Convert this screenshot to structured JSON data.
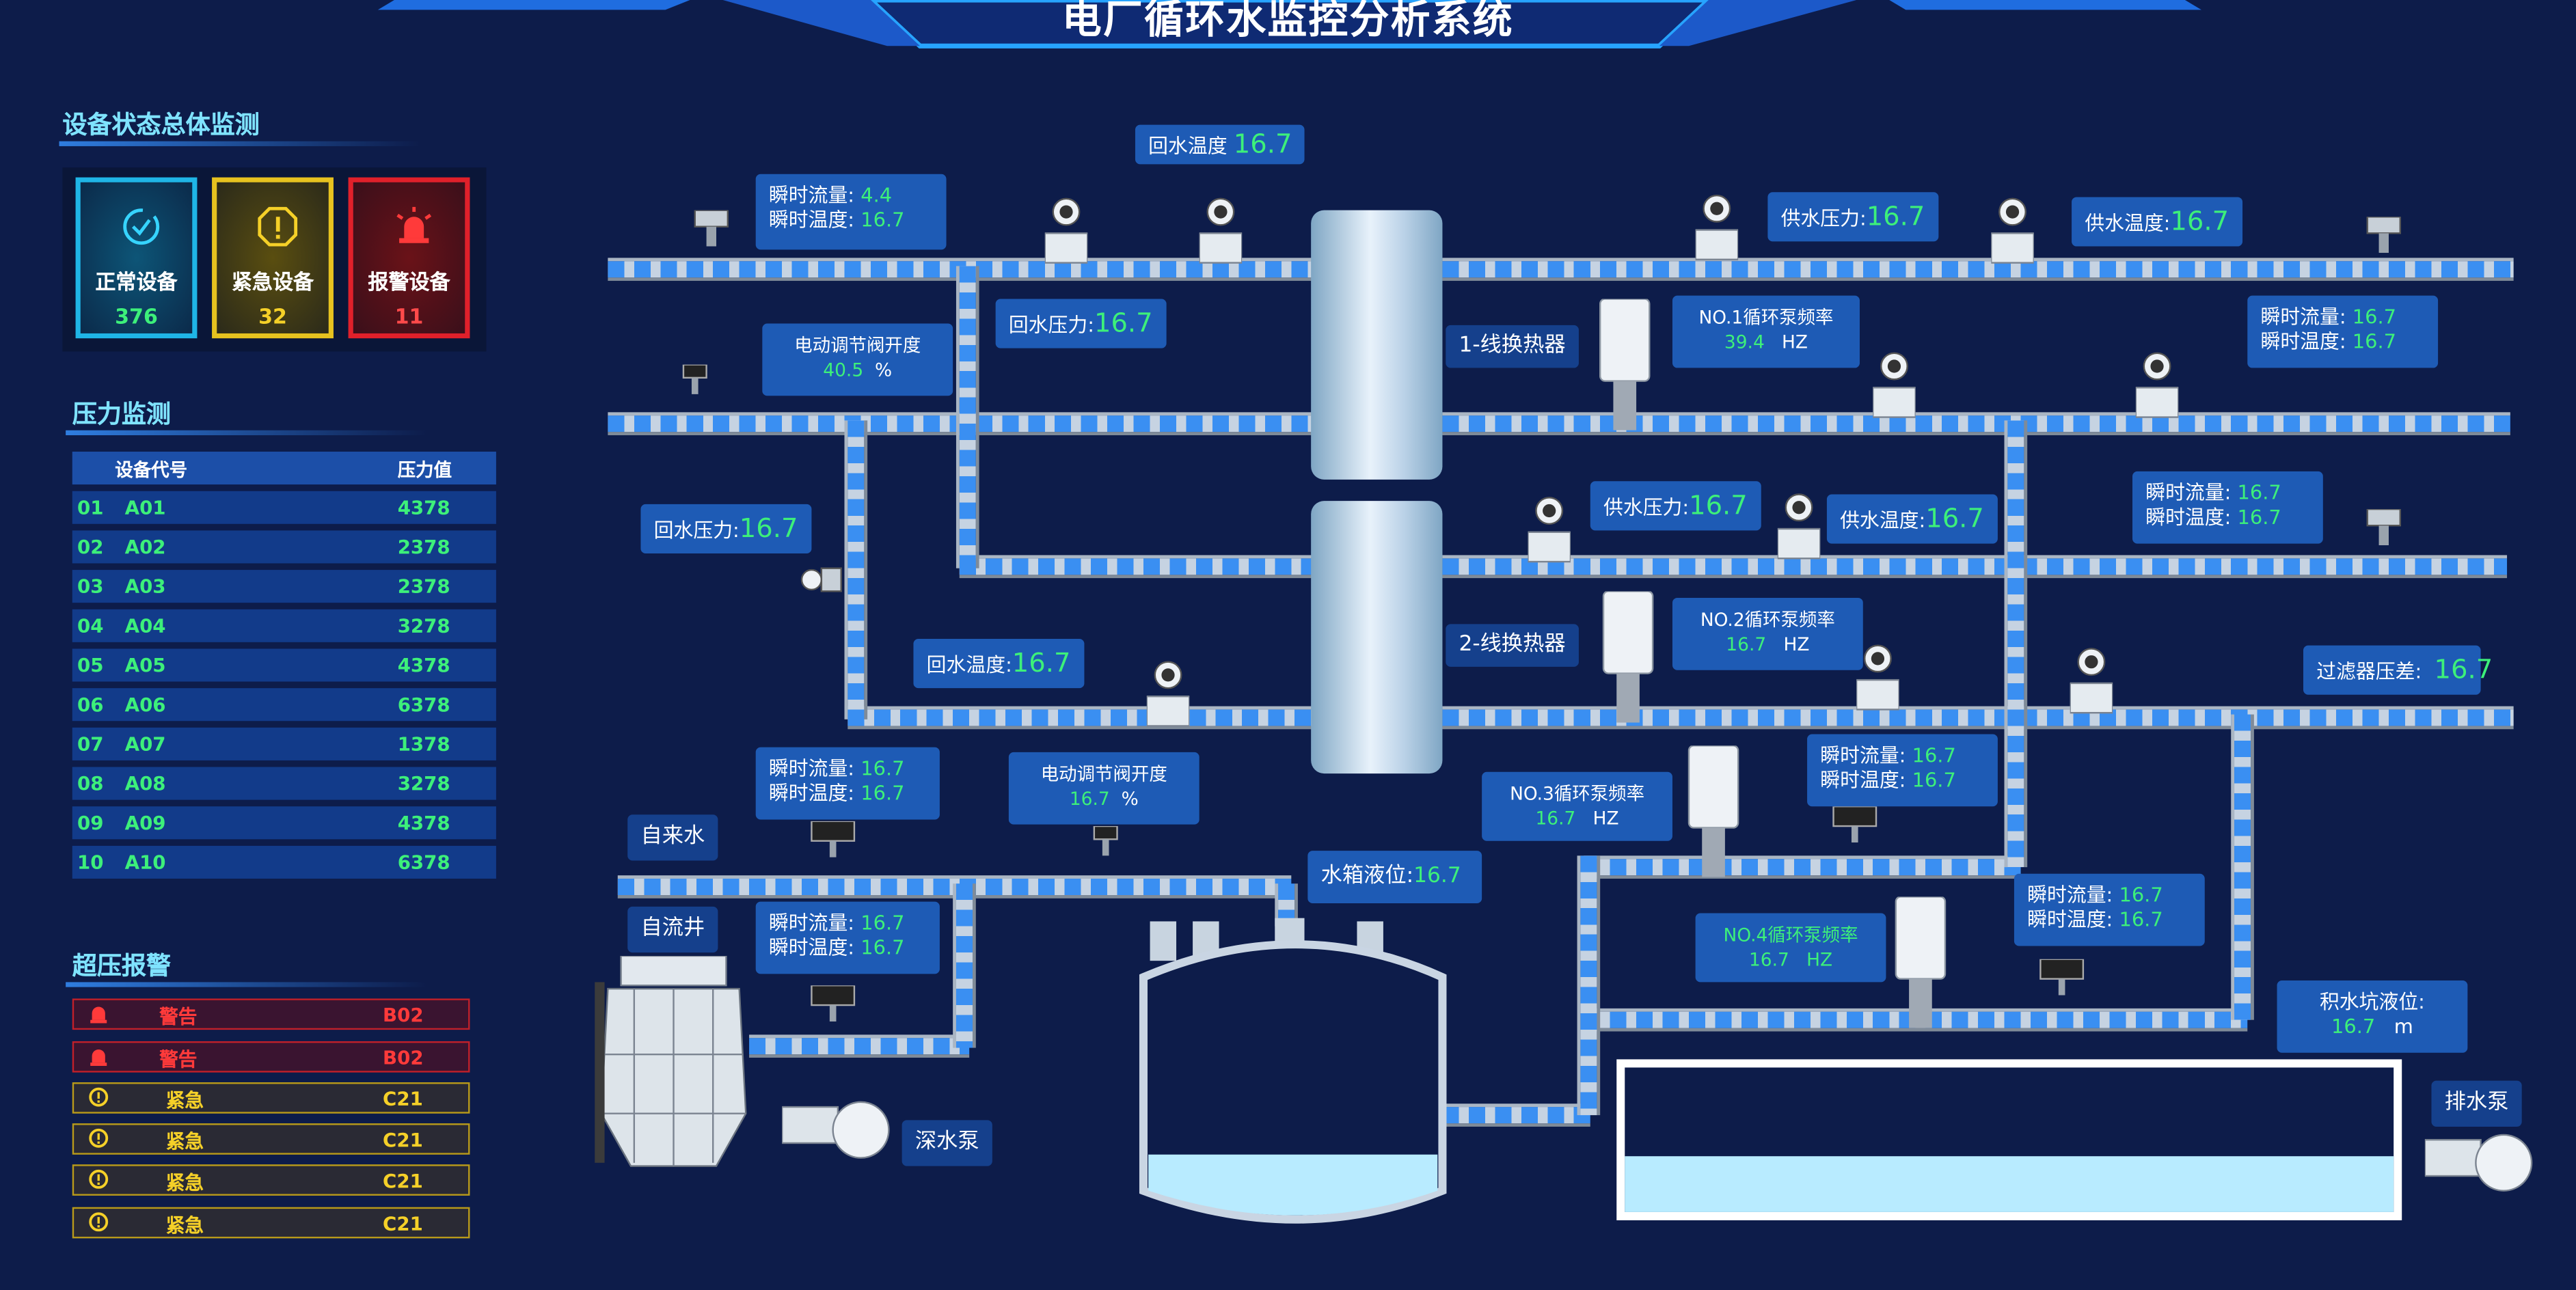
{
  "header": {
    "title": "电厂循环水监控分析系统"
  },
  "device_status": {
    "title": "设备状态总体监测",
    "normal": {
      "label": "正常设备",
      "value": "376"
    },
    "urgent": {
      "label": "紧急设备",
      "value": "32"
    },
    "alarm": {
      "label": "报警设备",
      "value": "11"
    }
  },
  "pressure": {
    "title": "压力监测",
    "col_code": "设备代号",
    "col_value": "压力值",
    "rows": [
      {
        "no": "01",
        "code": "A01",
        "value": "4378"
      },
      {
        "no": "02",
        "code": "A02",
        "value": "2378"
      },
      {
        "no": "03",
        "code": "A03",
        "value": "2378"
      },
      {
        "no": "04",
        "code": "A04",
        "value": "3278"
      },
      {
        "no": "05",
        "code": "A05",
        "value": "4378"
      },
      {
        "no": "06",
        "code": "A06",
        "value": "6378"
      },
      {
        "no": "07",
        "code": "A07",
        "value": "1378"
      },
      {
        "no": "08",
        "code": "A08",
        "value": "3278"
      },
      {
        "no": "09",
        "code": "A09",
        "value": "4378"
      },
      {
        "no": "10",
        "code": "A10",
        "value": "6378"
      }
    ]
  },
  "overpressure": {
    "title": "超压报警",
    "items": [
      {
        "level": "警告",
        "code": "B02"
      },
      {
        "level": "警告",
        "code": "B02"
      },
      {
        "level": "紧急",
        "code": "C21"
      },
      {
        "level": "紧急",
        "code": "C21"
      },
      {
        "level": "紧急",
        "code": "C21"
      },
      {
        "level": "紧急",
        "code": "C21"
      }
    ]
  },
  "diagram": {
    "return_temp_top": {
      "label": "回水温度",
      "value": "16.7"
    },
    "flow1": {
      "flow_label": "瞬时流量:",
      "flow": "4.4",
      "temp_label": "瞬时温度:",
      "temp": "16.7"
    },
    "return_press1": {
      "label": "回水压力:",
      "value": "16.7"
    },
    "valve1": {
      "label": "电动调节阀开度",
      "value": "40.5",
      "unit": "%"
    },
    "return_press2": {
      "label": "回水压力:",
      "value": "16.7"
    },
    "return_temp2": {
      "label": "回水温度:",
      "value": "16.7"
    },
    "hx1": "1-线换热器",
    "hx2": "2-线换热器",
    "supply_press1": {
      "label": "供水压力:",
      "value": "16.7"
    },
    "supply_temp1": {
      "label": "供水温度:",
      "value": "16.7"
    },
    "pump1": {
      "label": "NO.1循环泵频率",
      "value": "39.4",
      "unit": "HZ"
    },
    "flow2": {
      "flow_label": "瞬时流量:",
      "flow": "16.7",
      "temp_label": "瞬时温度:",
      "temp": "16.7"
    },
    "supply_press2": {
      "label": "供水压力:",
      "value": "16.7"
    },
    "supply_temp2": {
      "label": "供水温度:",
      "value": "16.7"
    },
    "flow3": {
      "flow_label": "瞬时流量:",
      "flow": "16.7",
      "temp_label": "瞬时温度:",
      "temp": "16.7"
    },
    "pump2": {
      "label": "NO.2循环泵频率",
      "value": "16.7",
      "unit": "HZ"
    },
    "filter": {
      "label": "过滤器压差:",
      "value": "16.7"
    },
    "pump3": {
      "label": "NO.3循环泵频率",
      "value": "16.7",
      "unit": "HZ"
    },
    "flow4": {
      "flow_label": "瞬时流量:",
      "flow": "16.7",
      "temp_label": "瞬时温度:",
      "temp": "16.7"
    },
    "pump4": {
      "label": "NO.4循环泵频率",
      "value": "16.7",
      "unit": "HZ"
    },
    "flow5": {
      "flow_label": "瞬时流量:",
      "flow": "16.7",
      "temp_label": "瞬时温度:",
      "temp": "16.7"
    },
    "sump_level": {
      "label": "积水坑液位:",
      "value": "16.7",
      "unit": "m"
    },
    "drain_pump": "排水泵",
    "flow6": {
      "flow_label": "瞬时流量:",
      "flow": "16.7",
      "temp_label": "瞬时温度:",
      "temp": "16.7"
    },
    "valve2": {
      "label": "电动调节阀开度",
      "value": "16.7",
      "unit": "%"
    },
    "tank_level": {
      "label": "水箱液位:",
      "value": "16.7"
    },
    "tap_water": "自来水",
    "flow7": {
      "flow_label": "瞬时流量:",
      "flow": "16.7",
      "temp_label": "瞬时温度:",
      "temp": "16.7"
    },
    "artesian": "自流井",
    "deep_pump": "深水泵"
  }
}
